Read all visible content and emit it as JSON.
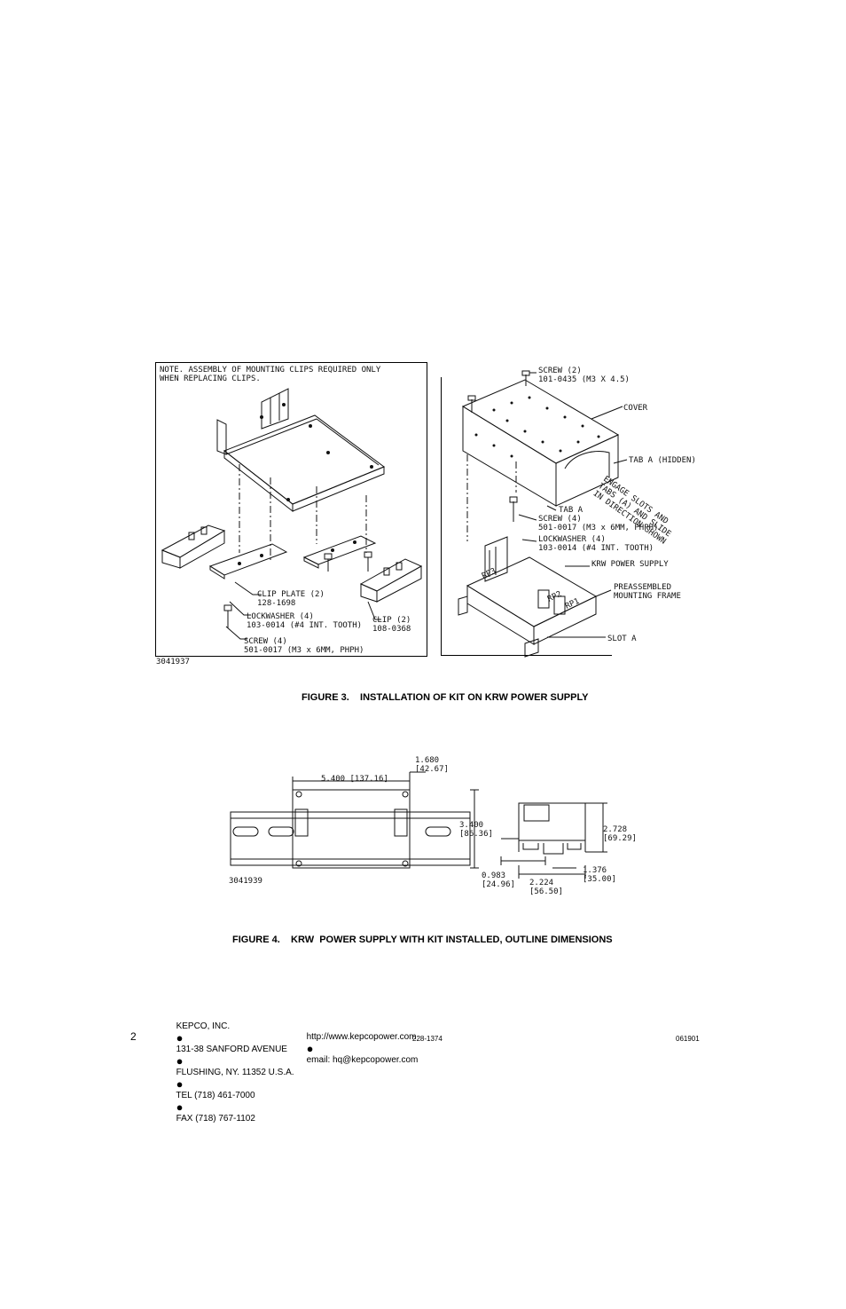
{
  "figure3": {
    "note": "NOTE. ASSEMBLY OF MOUNTING CLIPS REQUIRED ONLY\nWHEN REPLACING CLIPS.",
    "drawing_number": "3041937",
    "caption": "FIGURE 3.    INSTALLATION OF KIT ON KRW POWER SUPPLY",
    "left_labels": {
      "clip_plate": "CLIP PLATE (2)\n128-1698",
      "lockwasher": "LOCKWASHER (4)\n103-0014 (#4 INT. TOOTH)",
      "screw": "SCREW (4)\n501-0017 (M3 x 6MM, PHPH)",
      "clip": "CLIP (2)\n108-0368"
    },
    "right_labels": {
      "screw_top": "SCREW (2)\n101-0435 (M3 X 4.5)",
      "cover": "COVER",
      "tab_a_hidden": "TAB A (HIDDEN)",
      "engage": "ENGAGE SLOTS AND\nTABS (A) AND SLIDE\nIN DIRECTION SHOWN",
      "tab_a": "TAB A",
      "screw_mid": "SCREW (4)\n501-0017 (M3 x 6MM, PHPH)",
      "lockwasher": "LOCKWASHER (4)\n103-0014 (#4 INT. TOOTH)",
      "krw_power_supply": "KRW POWER SUPPLY",
      "preassembled": "PREASSEMBLED\nMOUNTING FRAME",
      "slot_a": "SLOT A",
      "rp3": "RP3",
      "rp2": "RP2",
      "rp1": "RP1"
    }
  },
  "figure4": {
    "drawing_number": "3041939",
    "caption": "FIGURE 4.    KRW  POWER SUPPLY WITH KIT INSTALLED, OUTLINE DIMENSIONS",
    "dims": {
      "d1680": "1.680\n[42.67]",
      "d5400": "5.400 [137.16]",
      "d3400": "3.400\n[86.36]",
      "d2728": "2.728\n[69.29]",
      "d1376": "1.376\n[35.00]",
      "d0983": "0.983\n[24.96]",
      "d2224": "2.224\n[56.50]"
    }
  },
  "footer": {
    "company": "KEPCO, INC.",
    "address": "131-38 SANFORD AVENUE",
    "city": "FLUSHING, NY. 11352 U.S.A.",
    "tel": "TEL (718) 461-7000",
    "fax": "FAX (718) 767-1102",
    "web": "http://www.kepcopower.com",
    "email": "email: hq@kepcopower.com",
    "page_number": "2",
    "doc_number": "228-1374",
    "date_code": "061901"
  }
}
